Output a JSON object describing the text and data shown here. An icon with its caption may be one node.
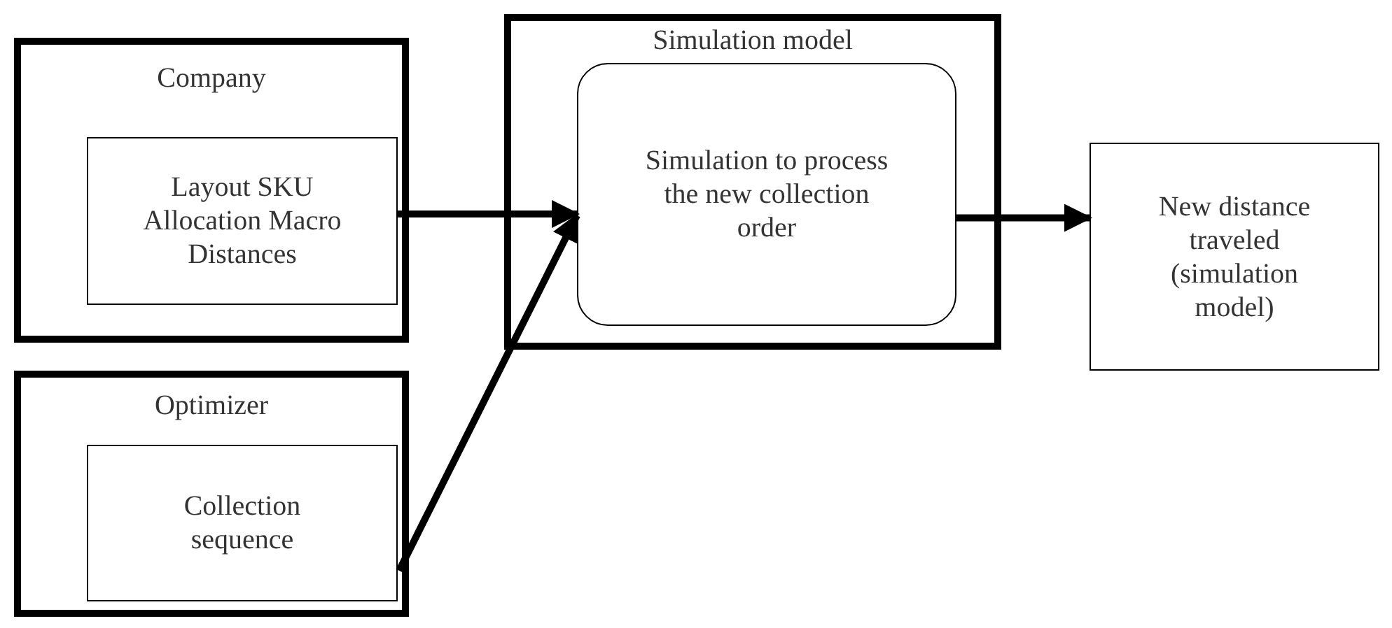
{
  "diagram": {
    "nodes": [
      {
        "text": [
          "Company"
        ]
      },
      {
        "text": [
          "Layout SKU Allocation Macro Distances"
        ],
        "in": 0
      },
      {
        "text": [
          "Simulation model"
        ]
      },
      {
        "text": [
          "Simulation to process the new collection order"
        ],
        "in": 2
      },
      {
        "text": [
          "New distance traveled (simulation model)"
        ]
      },
      {
        "text": [
          "Optimizer"
        ]
      },
      {
        "text": [
          "Collection sequence"
        ],
        "in": 5
      }
    ],
    "edges": [
      {
        "from": 1,
        "to": 3,
        "arrow": "to"
      },
      {
        "from": 6,
        "to": 3,
        "arrow": "to"
      },
      {
        "from": 3,
        "to": 4,
        "arrow": "to"
      }
    ]
  }
}
